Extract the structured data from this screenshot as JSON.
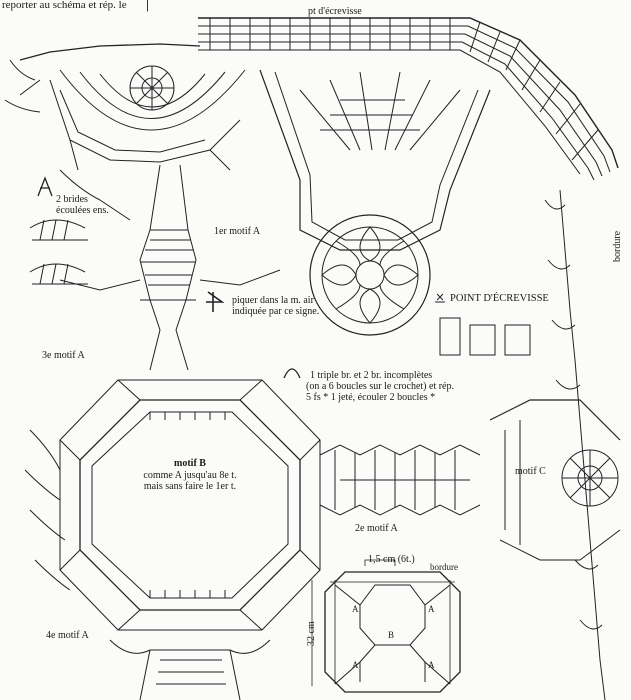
{
  "header": {
    "instruction": "reporter au schéma et rép. le"
  },
  "labels": {
    "pt_ecrevisse": "pt d'écrevisse",
    "bordure_side": "bordure",
    "motif_a_1": "1er motif A",
    "motif_a_2": "2e motif A",
    "motif_a_3": "3e motif A",
    "motif_a_4": "4e motif A",
    "motif_b_title": "motif B",
    "motif_b_line1": "comme A jusqu'au 8e t.",
    "motif_b_line2": "mais sans faire le 1er t.",
    "motif_c": "motif C"
  },
  "legend": {
    "brides_line1": "2 brides",
    "brides_line2": "écoulées ens.",
    "piquer_line1": "piquer dans la m. air",
    "piquer_line2": "indiquée par ce signe.",
    "point_ecrevisse": "POINT D'ÉCREVISSE",
    "triple_line1": "1 triple br. et 2 br. incomplètes",
    "triple_line2": "(on a 6 boucles sur le crochet) et rép.",
    "triple_line3": "5 fs * 1 jeté, écouler 2 boucles *"
  },
  "schema": {
    "width_label": "1,5 cm (6t.)",
    "bordure_label": "bordure",
    "height_label": "32 cm",
    "cells": [
      "A",
      "A",
      "B",
      "A",
      "A"
    ]
  },
  "colors": {
    "ink": "#1a1a1a",
    "paper": "#fbfbf9"
  }
}
